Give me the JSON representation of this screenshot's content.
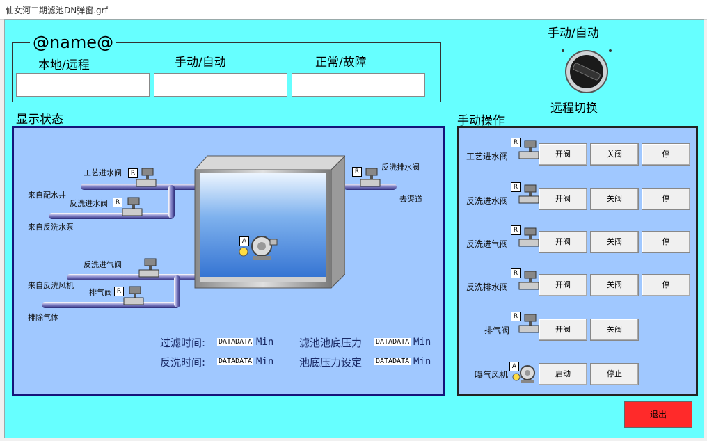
{
  "window": {
    "title": "仙女河二期滤池DN弹窗.grf"
  },
  "header": {
    "name_placeholder": "@name@",
    "fields": [
      {
        "label": "本地/远程",
        "value": ""
      },
      {
        "label": "手动/自动",
        "value": ""
      },
      {
        "label": "正常/故障",
        "value": ""
      }
    ]
  },
  "switch": {
    "top_label": "手动/自动",
    "bottom_label": "远程切换"
  },
  "display": {
    "title": "显示状态",
    "labels": {
      "process_in_valve": "工艺进水阀",
      "from_distribution_well": "来自配水井",
      "backwash_in_valve": "反洗进水阀",
      "from_backwash_pump": "来自反洗水泵",
      "backwash_air_valve": "反洗进气阀",
      "from_backwash_blower": "来自反洗风机",
      "exhaust_valve": "排气阀",
      "exhaust_gas": "排除气体",
      "backwash_drain_valve": "反洗排水阀",
      "to_drain": "去渠道"
    },
    "stats": [
      {
        "label": "过滤时间:",
        "value": "DATADATA",
        "unit": "Min"
      },
      {
        "label": "反洗时间:",
        "value": "DATADATA",
        "unit": "Min"
      },
      {
        "label": "滤池池底压力",
        "value": "DATADATA",
        "unit": "Min"
      },
      {
        "label": "池底压力设定",
        "value": "DATADATA",
        "unit": "Min"
      }
    ]
  },
  "manual": {
    "title": "手动操作",
    "rows": [
      {
        "label": "工艺进水阀",
        "buttons": [
          "开阀",
          "关阀",
          "停"
        ]
      },
      {
        "label": "反洗进水阀",
        "buttons": [
          "开阀",
          "关阀",
          "停"
        ]
      },
      {
        "label": "反洗进气阀",
        "buttons": [
          "开阀",
          "关阀",
          "停"
        ]
      },
      {
        "label": "反洗排水阀",
        "buttons": [
          "开阀",
          "关阀",
          "停"
        ]
      },
      {
        "label": "排气阀",
        "buttons": [
          "开阀",
          "关阀"
        ]
      },
      {
        "label": "曝气风机",
        "buttons": [
          "启动",
          "停止"
        ]
      }
    ],
    "r_mark": "R",
    "a_mark": "A"
  },
  "exit_label": "退出"
}
